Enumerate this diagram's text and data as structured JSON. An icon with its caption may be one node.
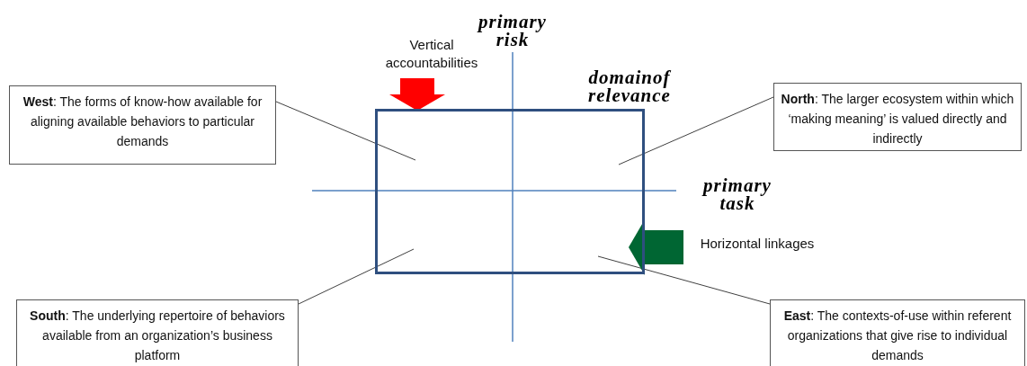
{
  "diagram": {
    "nodes": [
      {
        "text": [
          "domainof relevance"
        ]
      },
      {
        "text": [
          "**West**: The forms of know-how available for aligning available behaviors to particular demands"
        ]
      },
      {
        "text": [
          "**North**: The larger ecosystem within which ‘making meaning’ is valued directly and indirectly"
        ]
      },
      {
        "text": [
          "**South**: The underlying repertoire of behaviors available from an organization’s business platform"
        ]
      },
      {
        "text": [
          "**East**: The contexts-of-use within referent organizations that give rise to individual demands"
        ]
      }
    ],
    "edges": [
      {
        "from": 1,
        "to": 0,
        "arrow": "none"
      },
      {
        "from": 2,
        "to": 0,
        "arrow": "none"
      },
      {
        "from": 3,
        "to": 0,
        "arrow": "none"
      },
      {
        "from": 4,
        "to": 0,
        "arrow": "none"
      },
      {
        "from": null,
        "to": 0,
        "arrow": "to",
        "label": "Vertical accountabilities",
        "style": "thick",
        "color": "#ff0000"
      },
      {
        "from": null,
        "to": 0,
        "arrow": "to",
        "label": "Horizontal linkages",
        "style": "thick",
        "color": "#006633"
      }
    ],
    "labels": [
      "primary risk",
      "primary task"
    ]
  }
}
